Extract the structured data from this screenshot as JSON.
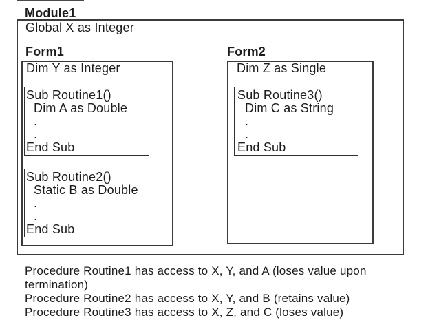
{
  "colors": {
    "background": "#ffffff",
    "text": "#1c1c1c",
    "border": "#3b3b3b"
  },
  "module": {
    "label": "Module1",
    "global_declaration": "Global X as Integer",
    "forms": [
      {
        "label": "Form1",
        "declaration": "Dim Y as Integer",
        "routines": [
          {
            "lines": [
              "Sub Routine1()",
              "Dim A as Double",
              ".",
              ".",
              "End Sub"
            ]
          },
          {
            "lines": [
              "Sub Routine2()",
              "Static B as Double",
              ".",
              ".",
              "End Sub"
            ]
          }
        ]
      },
      {
        "label": "Form2",
        "declaration": "Dim Z as Single",
        "routines": [
          {
            "lines": [
              "Sub Routine3()",
              "Dim C as String",
              ".",
              ".",
              "End Sub"
            ]
          }
        ]
      }
    ]
  },
  "notes": {
    "lines": [
      "Procedure Routine1 has access to X, Y, and A (loses value upon",
      "termination)",
      "Procedure Routine2 has access to X, Y, and B (retains value)",
      "Procedure Routine3 has access to X, Z, and C (loses value)"
    ]
  }
}
